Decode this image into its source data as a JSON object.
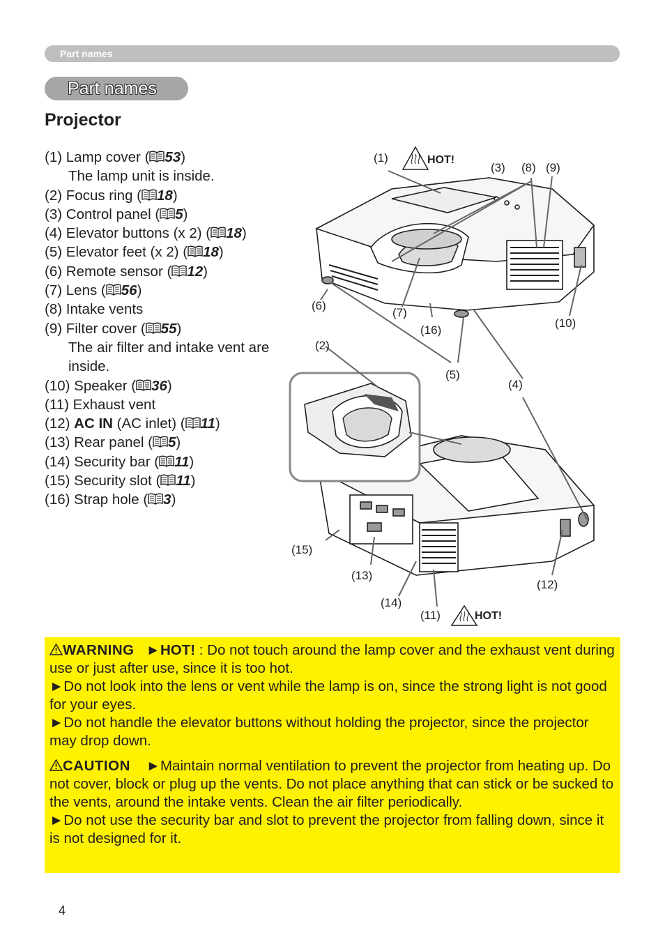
{
  "header": {
    "section_label": "Part names"
  },
  "section": {
    "title": "Part names"
  },
  "subsection": {
    "title": "Projector"
  },
  "parts": [
    {
      "num": "(1)",
      "label": "Lamp cover (",
      "ref": "53",
      "close": ")",
      "note": "The lamp unit is inside."
    },
    {
      "num": "(2)",
      "label": "Focus ring (",
      "ref": "18",
      "close": ")"
    },
    {
      "num": "(3)",
      "label": "Control panel (",
      "ref": "5",
      "close": ")"
    },
    {
      "num": "(4)",
      "label": "Elevator buttons (x 2) (",
      "ref": "18",
      "close": ")"
    },
    {
      "num": "(5)",
      "label": "Elevator feet (x 2) (",
      "ref": "18",
      "close": ")"
    },
    {
      "num": "(6)",
      "label": "Remote sensor (",
      "ref": "12",
      "close": ")"
    },
    {
      "num": "(7)",
      "label": "Lens (",
      "ref": "56",
      "close": ")"
    },
    {
      "num": "(8)",
      "label": "Intake vents"
    },
    {
      "num": "(9)",
      "label": "Filter cover (",
      "ref": "55",
      "close": ")",
      "note": "The air filter and intake vent are inside."
    },
    {
      "num": "(10)",
      "label": "Speaker (",
      "ref": "36",
      "close": ")"
    },
    {
      "num": "(11)",
      "label": "Exhaust vent"
    },
    {
      "num": "(12)",
      "bold": "AC IN",
      "label": " (AC inlet) (",
      "ref": "11",
      "close": ")"
    },
    {
      "num": "(13)",
      "label": "Rear panel (",
      "ref": "5",
      "close": ")"
    },
    {
      "num": "(14)",
      "label": "Security bar (",
      "ref": "11",
      "close": ")"
    },
    {
      "num": "(15)",
      "label": "Security slot (",
      "ref": "11",
      "close": ")"
    },
    {
      "num": "(16)",
      "label": "Strap hole (",
      "ref": "3",
      "close": ")"
    }
  ],
  "diagram": {
    "callouts": [
      "(1)",
      "(3)",
      "(8)",
      "(9)",
      "(6)",
      "(7)",
      "(16)",
      "(10)",
      "(2)",
      "(5)",
      "(4)",
      "(15)",
      "(13)",
      "(12)",
      "(14)",
      "(11)"
    ],
    "hot_label": "HOT!"
  },
  "warning": {
    "title": "WARNING",
    "hot_label": "►HOT!",
    "p1": " : Do not touch around the lamp cover and the exhaust vent during use or just after use, since it is too hot.",
    "p2": "►Do not look into the lens or vent while the lamp is on, since the strong light is not good for your eyes.",
    "p3": "►Do not handle the elevator buttons without holding the projector, since the projector may drop down."
  },
  "caution": {
    "title": "CAUTION",
    "p1": "►Maintain normal ventilation to prevent the projector from heating up. Do not cover, block or plug up the vents. Do not place anything that can stick or be sucked to the vents, around the intake vents. Clean the air filter periodically.",
    "p2": "►Do not use the security bar and slot to prevent the projector from falling down, since it is not designed for it."
  },
  "footer": {
    "page_number": "4"
  },
  "colors": {
    "warning_bg": "#fff200",
    "header_bar": "#bfbfbf",
    "section_pill": "#a6a6a6"
  }
}
